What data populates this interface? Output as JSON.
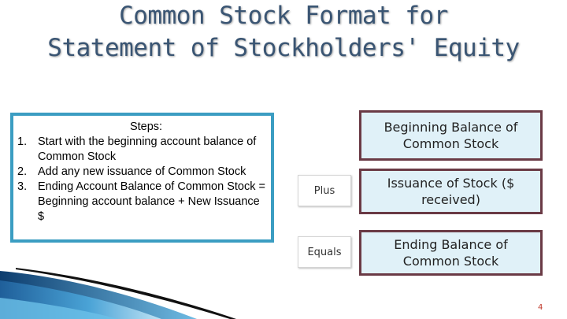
{
  "title": {
    "line1": "Common Stock Format for",
    "line2": "Statement of Stockholders' Equity"
  },
  "steps": {
    "heading": "Steps:",
    "items": [
      {
        "num": "1.",
        "text": "Start with the beginning account balance of Common Stock"
      },
      {
        "num": "2.",
        "text": "Add any new issuance of Common Stock"
      },
      {
        "num": "3.",
        "text": "Ending Account Balance of Common Stock = Beginning account balance + New Issuance $"
      }
    ]
  },
  "labels": {
    "plus": "Plus",
    "equals": "Equals"
  },
  "boxes": {
    "beginning": "Beginning Balance of Common Stock",
    "issuance": "Issuance of Stock ($ received)",
    "ending": "Ending Balance of Common Stock"
  },
  "page_number": "4",
  "colors": {
    "title": "#3a5573",
    "steps_border": "#3b9dc2",
    "box_border": "#6a3a45",
    "box_fill": "#e0f1f8",
    "page_number": "#c0392b"
  }
}
